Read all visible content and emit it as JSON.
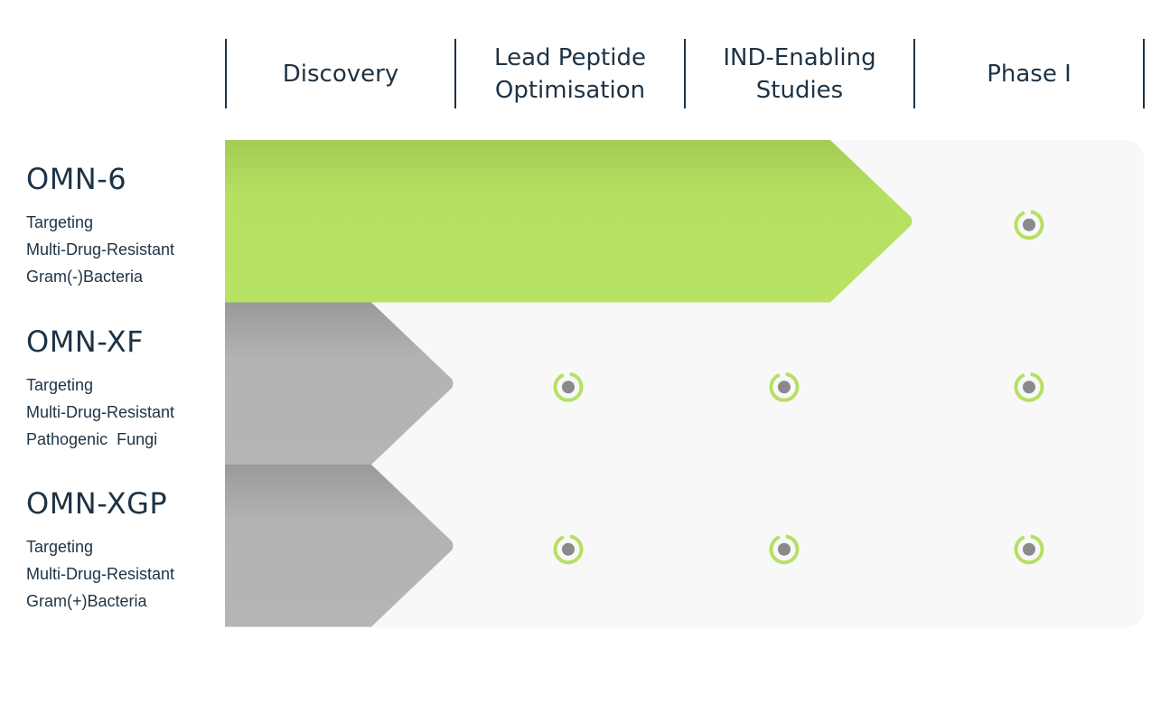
{
  "chart_data": {
    "type": "pipeline",
    "stages": [
      "Discovery",
      "Lead Peptide\nOptimisation",
      "IND-Enabling\nStudies",
      "Phase I"
    ],
    "programs": [
      {
        "name": "OMN-6",
        "description": [
          "Targeting",
          "Multi-Drug-Resistant",
          "Gram(-)Bacteria"
        ],
        "progress_stages": 3,
        "status": "active"
      },
      {
        "name": "OMN-XF",
        "description": [
          "Targeting",
          "Multi-Drug-Resistant",
          "Pathogenic  Fungi"
        ],
        "progress_stages": 1,
        "status": "inactive"
      },
      {
        "name": "OMN-XGP",
        "description": [
          "Targeting",
          "Multi-Drug-Resistant",
          "Gram(+)Bacteria"
        ],
        "progress_stages": 1,
        "status": "inactive"
      }
    ]
  },
  "colors": {
    "active_bar": "#b6e062",
    "inactive_bar": "#b3b3b3",
    "panel_bg": "#f8f8f8",
    "milestone_ring": "#b6e062",
    "milestone_dot": "#8a8a8a",
    "text": "#1d3345"
  },
  "icons": {
    "milestone": "milestone-dot-icon"
  }
}
